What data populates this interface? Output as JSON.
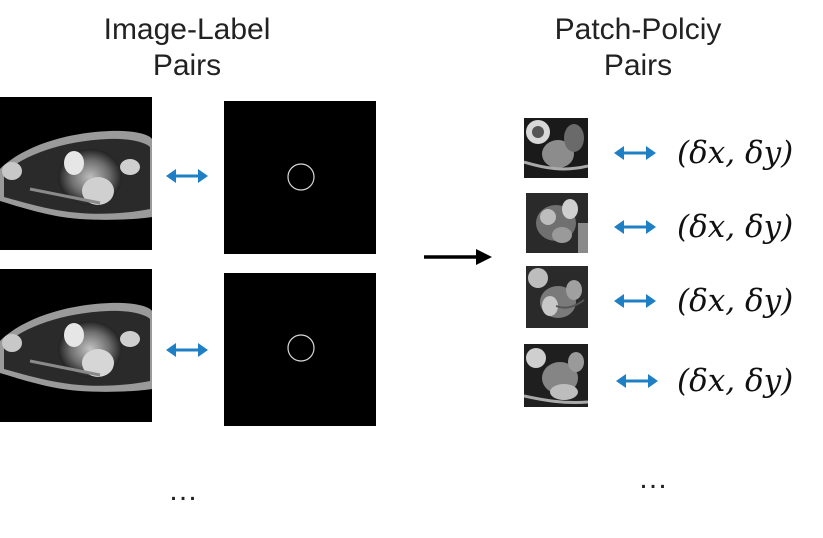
{
  "left_section": {
    "title_line1": "Image-Label",
    "title_line2": "Pairs",
    "ellipsis": "…"
  },
  "right_section": {
    "title_line1": "Patch-Polciy",
    "title_line2": "Pairs",
    "ellipsis": "…"
  },
  "policies": [
    "(δx, δy)",
    "(δx, δy)",
    "(δx, δy)",
    "(δx, δy)"
  ],
  "colors": {
    "pair_arrow": "#1f7fc4",
    "main_arrow": "#000000",
    "panel_background": "#000000",
    "contour": "#d9d9d9"
  },
  "icons": [
    "double-arrow-icon",
    "right-arrow-icon",
    "contour-circle-icon"
  ]
}
